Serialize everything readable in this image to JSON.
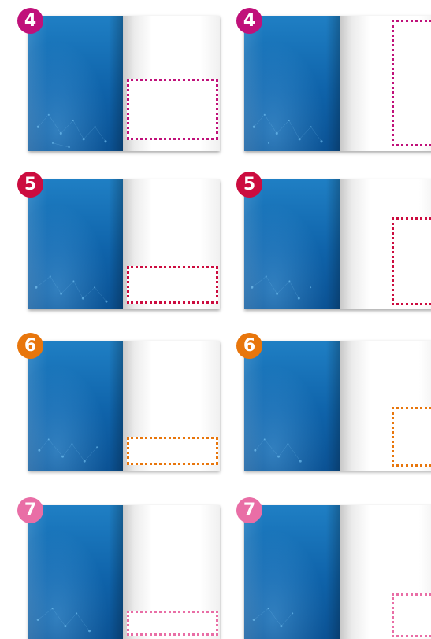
{
  "colors": {
    "magenta": "#c0117a",
    "crimson": "#cc0c3f",
    "orange": "#e8760c",
    "pink": "#e96ea6"
  },
  "tiles": [
    {
      "badge": "4",
      "color": "#c0117a",
      "layout": "half-page-bottom-right"
    },
    {
      "badge": "4",
      "color": "#c0117a",
      "layout": "full-column-right"
    },
    {
      "badge": "5",
      "color": "#cc0c3f",
      "layout": "strip-bottom-right"
    },
    {
      "badge": "5",
      "color": "#cc0c3f",
      "layout": "column-bottom-right"
    },
    {
      "badge": "6",
      "color": "#e8760c",
      "layout": "strip-bottom-right"
    },
    {
      "badge": "6",
      "color": "#e8760c",
      "layout": "column-bottom-right"
    },
    {
      "badge": "7",
      "color": "#e96ea6",
      "layout": "strip-bottom-right"
    },
    {
      "badge": "7",
      "color": "#e96ea6",
      "layout": "column-bottom-right"
    }
  ]
}
